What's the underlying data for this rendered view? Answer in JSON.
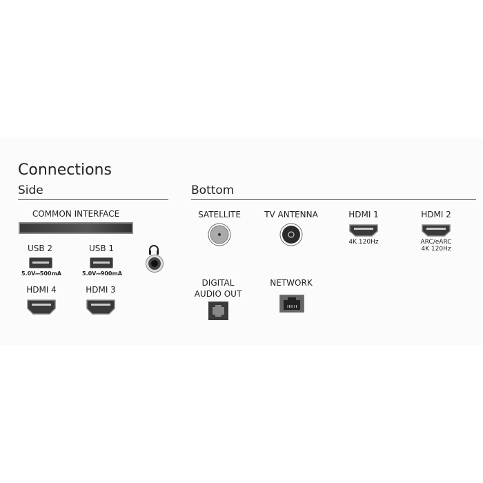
{
  "title": "Connections",
  "side": {
    "heading": "Side",
    "common_interface": "COMMON INTERFACE",
    "usb2": {
      "label": "USB 2",
      "spec": "5.0V⎓500mA"
    },
    "usb1": {
      "label": "USB 1",
      "spec": "5.0V⎓900mA"
    },
    "hdmi4": "HDMI 4",
    "hdmi3": "HDMI 3"
  },
  "bottom": {
    "heading": "Bottom",
    "satellite": "SATELLITE",
    "tv_antenna": "TV ANTENNA",
    "hdmi1": {
      "label": "HDMI 1",
      "spec": "4K 120Hz"
    },
    "hdmi2": {
      "label": "HDMI 2",
      "spec1": "ARC/eARC",
      "spec2": "4K 120Hz"
    },
    "digital_audio_1": "DIGITAL",
    "digital_audio_2": "AUDIO OUT",
    "network": "NETWORK"
  }
}
